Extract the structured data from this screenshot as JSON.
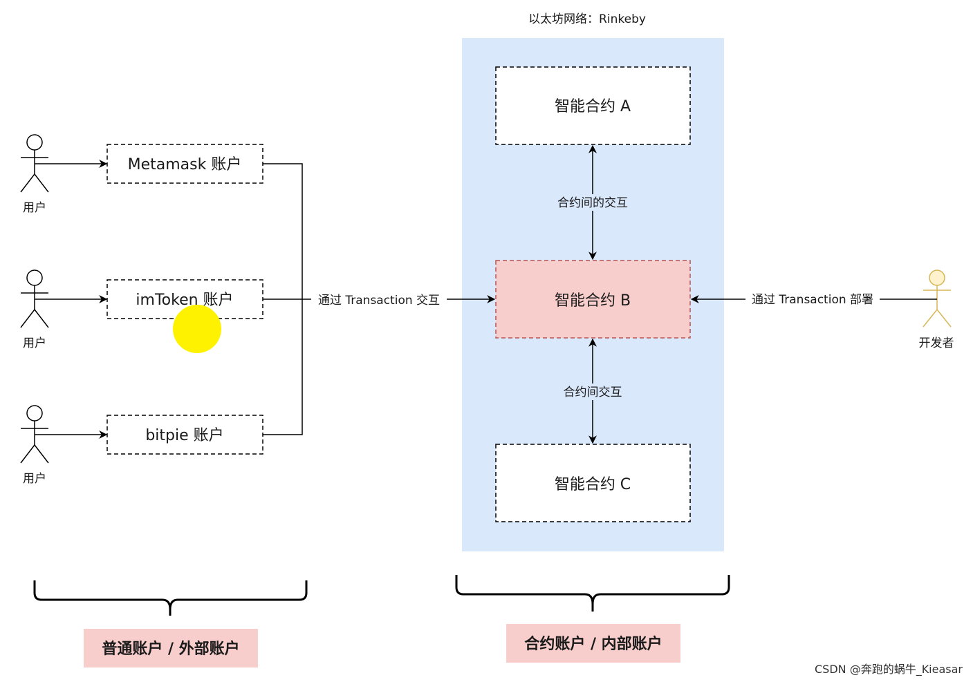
{
  "network_title": "以太坊网络：Rinkeby",
  "users": [
    {
      "label": "用户",
      "account": "Metamask 账户"
    },
    {
      "label": "用户",
      "account": "imToken 账户"
    },
    {
      "label": "用户",
      "account": "bitpie 账户"
    }
  ],
  "contracts": {
    "a": "智能合约 A",
    "b": "智能合约 B",
    "c": "智能合约 C"
  },
  "edges": {
    "users_to_b": "通过 Transaction 交互",
    "a_b": "合约间的交互",
    "b_c": "合约间交互",
    "developer_to_b": "通过 Transaction 部署"
  },
  "developer_label": "开发者",
  "footer": {
    "external": "普通账户 / 外部账户",
    "contract": "合约账户 / 内部账户"
  },
  "watermark": "CSDN @奔跑的蜗牛_Kieasar",
  "colors": {
    "network_bg": "#dae8fc",
    "contract_b_fill": "#f8cecc",
    "footer_bg": "#f8cecc",
    "developer_color": "#d6b656",
    "cursor_highlight": "#fff200"
  }
}
